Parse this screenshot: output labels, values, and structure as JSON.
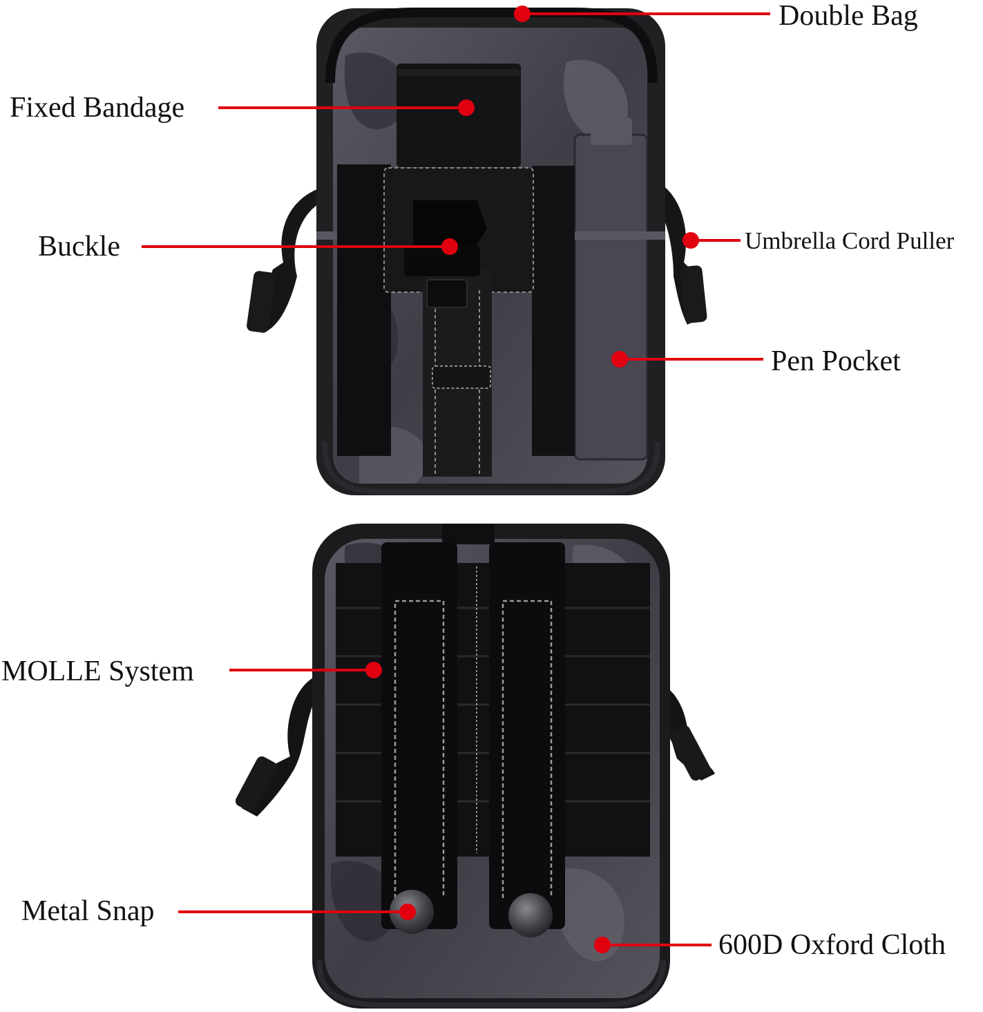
{
  "accent_color": "#e0000f",
  "product": {
    "front_view": "bag-front-view",
    "back_view": "bag-back-view"
  },
  "callouts": {
    "double_bag": "Double Bag",
    "fixed_bandage": "Fixed Bandage",
    "buckle": "Buckle",
    "umbrella_cord_puller": "Umbrella Cord Puller",
    "pen_pocket": "Pen Pocket",
    "molle_system": "MOLLE System",
    "metal_snap": "Metal Snap",
    "oxford_cloth": "600D Oxford Cloth"
  }
}
